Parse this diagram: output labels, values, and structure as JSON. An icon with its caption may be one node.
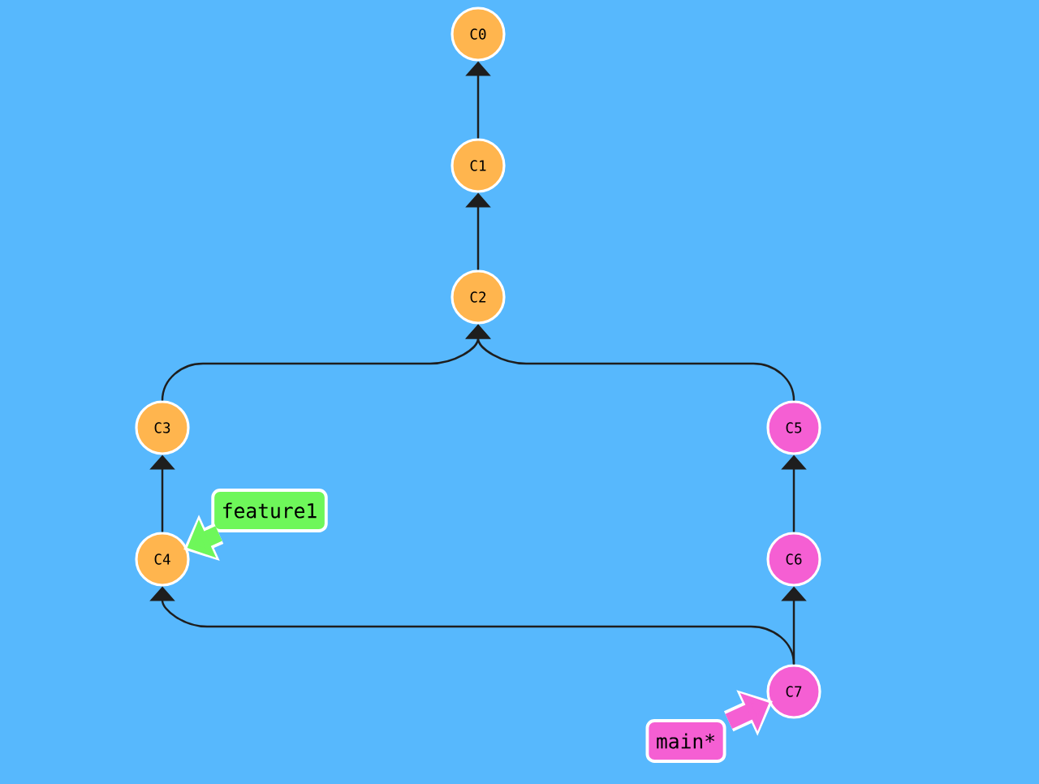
{
  "diagram": {
    "nodes": [
      {
        "text": [
          "C0"
        ]
      },
      {
        "text": [
          "C1"
        ]
      },
      {
        "text": [
          "C2"
        ]
      },
      {
        "text": [
          "C3"
        ]
      },
      {
        "text": [
          "C4"
        ]
      },
      {
        "text": [
          "C5"
        ]
      },
      {
        "text": [
          "C6"
        ]
      },
      {
        "text": [
          "C7"
        ]
      },
      {
        "text": [
          "feature1"
        ]
      },
      {
        "text": [
          "main*"
        ]
      }
    ],
    "edges": [
      {
        "from": 1,
        "to": 0,
        "arrow": "to"
      },
      {
        "from": 2,
        "to": 1,
        "arrow": "to"
      },
      {
        "from": 3,
        "to": 2,
        "arrow": "to"
      },
      {
        "from": 5,
        "to": 2,
        "arrow": "to"
      },
      {
        "from": 4,
        "to": 3,
        "arrow": "to"
      },
      {
        "from": 6,
        "to": 5,
        "arrow": "to"
      },
      {
        "from": 7,
        "to": 6,
        "arrow": "to"
      },
      {
        "from": 7,
        "to": 4,
        "arrow": "to"
      },
      {
        "from": 8,
        "to": 4,
        "arrow": "to",
        "style": "thick",
        "color": "#6ef75a"
      },
      {
        "from": 9,
        "to": 7,
        "arrow": "to",
        "style": "thick",
        "color": "#f55fd3"
      }
    ]
  }
}
